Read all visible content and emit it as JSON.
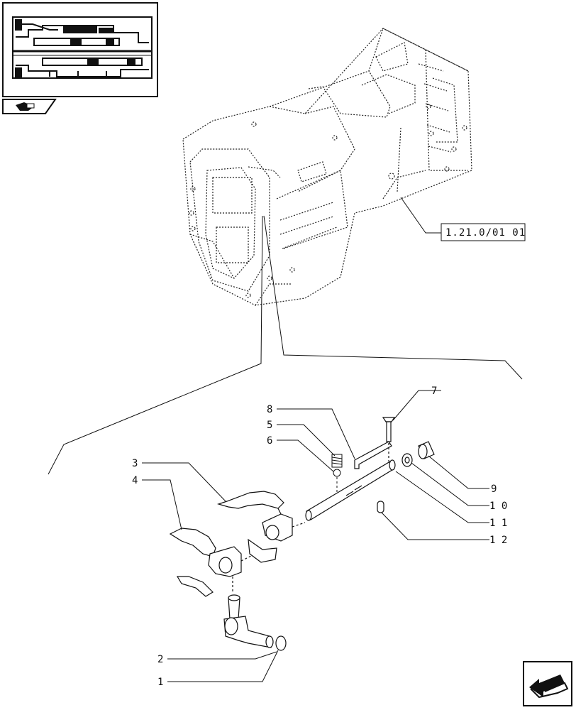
{
  "diagram": {
    "callouts": [
      {
        "id": "1",
        "text": "1"
      },
      {
        "id": "2",
        "text": "2"
      },
      {
        "id": "3",
        "text": "3"
      },
      {
        "id": "4",
        "text": "4"
      },
      {
        "id": "5",
        "text": "5"
      },
      {
        "id": "6",
        "text": "6"
      },
      {
        "id": "7",
        "text": "7"
      },
      {
        "id": "8",
        "text": "8"
      },
      {
        "id": "9",
        "text": "9"
      },
      {
        "id": "10",
        "text": "1 0"
      },
      {
        "id": "11",
        "text": "1 1"
      },
      {
        "id": "12",
        "text": "1 2"
      }
    ],
    "reference_box": {
      "text": "1.21.0/01 01"
    }
  },
  "icons": {
    "thumbnail": "transmission-section-thumbnail",
    "category": "tractor-part-icon",
    "navigate": "previous-page-arrow-icon"
  },
  "colors": {
    "line": "#111111",
    "background": "#ffffff"
  }
}
